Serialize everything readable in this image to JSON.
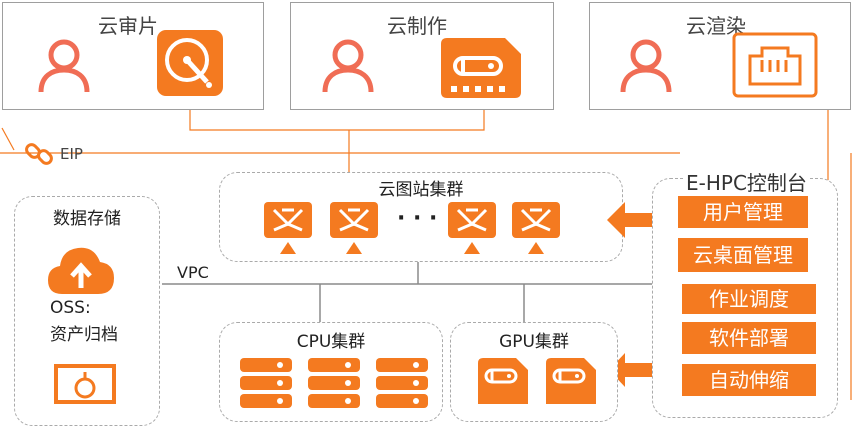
{
  "colors": {
    "accent": "#f47a20",
    "line": "#f47a20",
    "border": "#9e9e9e",
    "dash": "#aaaaaa"
  },
  "top_panels": [
    {
      "title": "云审片",
      "icons": [
        "user-icon",
        "hard-disk-icon"
      ]
    },
    {
      "title": "云制作",
      "icons": [
        "user-icon",
        "sd-card-icon"
      ]
    },
    {
      "title": "云渲染",
      "icons": [
        "user-icon",
        "network-port-icon"
      ]
    }
  ],
  "eip": {
    "label": "EIP",
    "icon": "link-icon"
  },
  "workstation_cluster": {
    "title": "云图站集群",
    "ellipsis": "· · ·",
    "icon": "workstation-icon"
  },
  "vpc": {
    "label": "VPC"
  },
  "storage": {
    "title": "数据存储",
    "oss_label_1": "OSS:",
    "oss_label_2": "资产归档",
    "icon": "cloud-upload-icon"
  },
  "cpu_cluster": {
    "title": "CPU集群",
    "icon": "server-icon"
  },
  "gpu_cluster": {
    "title": "GPU集群",
    "icon": "gpu-card-icon"
  },
  "console": {
    "title": "E-HPC控制台",
    "items": [
      "用户管理",
      "云桌面管理",
      "作业调度",
      "软件部署",
      "自动伸缩"
    ]
  }
}
